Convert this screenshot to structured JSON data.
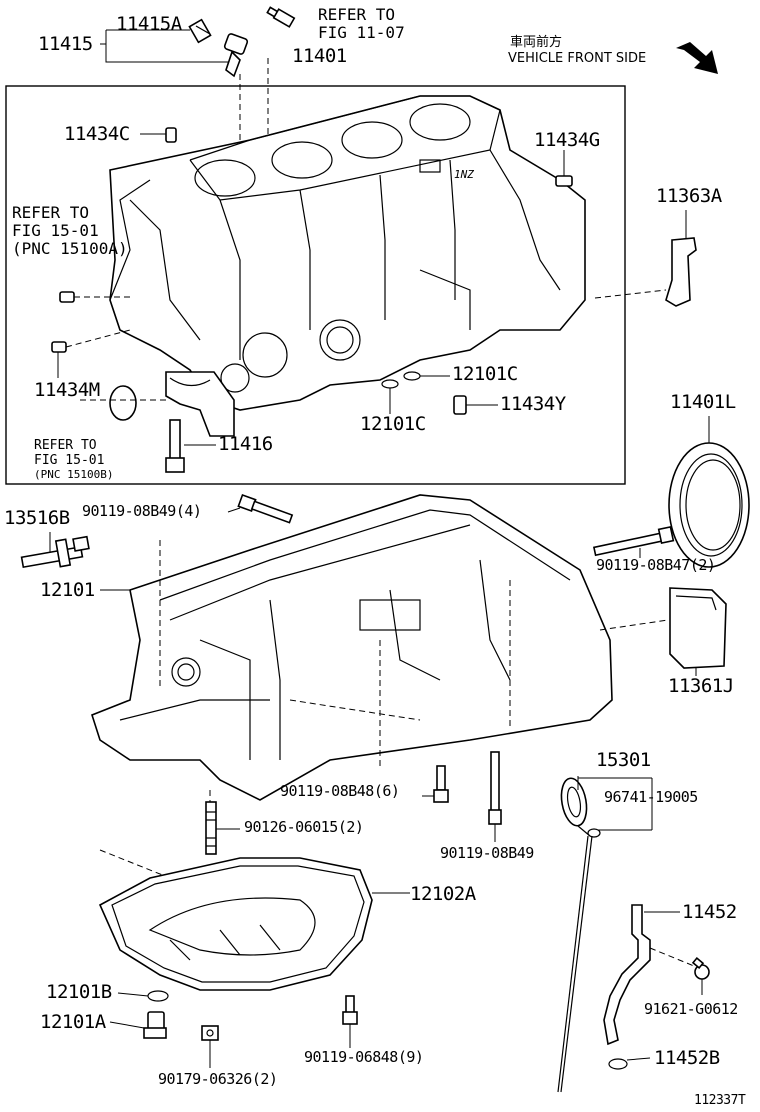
{
  "header": {
    "front_label_jp": "車両前方",
    "front_label_en": "VEHICLE FRONT SIDE"
  },
  "references": {
    "fig_11_07": [
      "REFER TO",
      "FIG 11-07"
    ],
    "fig_15_01_a": [
      "REFER TO",
      "FIG 15-01",
      "(PNC 15100A)"
    ],
    "fig_15_01_b": [
      "REFER TO",
      "FIG 15-01",
      "(PNC 15100B)"
    ]
  },
  "parts": {
    "p11415": "11415",
    "p11415A": "11415A",
    "p11401": "11401",
    "p11434C": "11434C",
    "p11434G": "11434G",
    "p11363A": "11363A",
    "p11434M": "11434M",
    "p12101C_a": "12101C",
    "p12101C_b": "12101C",
    "p11434Y": "11434Y",
    "p11416": "11416",
    "p11401L": "11401L",
    "p13516B": "13516B",
    "p90119_08B49_4": "90119-08B49(4)",
    "p12101": "12101",
    "p90119_08B47_2": "90119-08B47(2)",
    "p11361J": "11361J",
    "p15301": "15301",
    "p90119_08B48_6": "90119-08B48(6)",
    "p96741_19005": "96741-19005",
    "p90126_06015_2": "90126-06015(2)",
    "p90119_08B49": "90119-08B49",
    "p12102A": "12102A",
    "p11452": "11452",
    "p12101B": "12101B",
    "p91621_G0612": "91621-G0612",
    "p12101A": "12101A",
    "p90119_06848_9": "90119-06848(9)",
    "p90179_06326_2": "90179-06326(2)",
    "p11452B": "11452B"
  },
  "figure_id": "112337T",
  "engine_marking": "1NZ"
}
